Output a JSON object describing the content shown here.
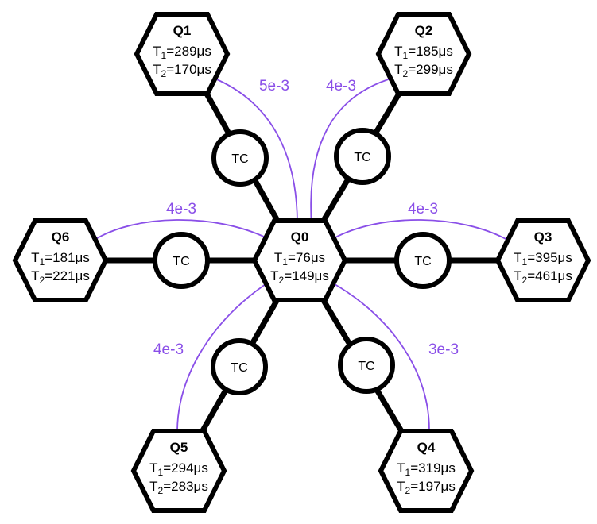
{
  "colors": {
    "coupling": "#8a4fe8",
    "outline": "#000000"
  },
  "center_qubit": {
    "name": "Q0",
    "t1": "76μs",
    "t2": "149μs"
  },
  "qubits": [
    {
      "name": "Q1",
      "t1": "289μs",
      "t2": "170μs"
    },
    {
      "name": "Q2",
      "t1": "185μs",
      "t2": "299μs"
    },
    {
      "name": "Q3",
      "t1": "395μs",
      "t2": "461μs"
    },
    {
      "name": "Q4",
      "t1": "319μs",
      "t2": "197μs"
    },
    {
      "name": "Q5",
      "t1": "294μs",
      "t2": "283μs"
    },
    {
      "name": "Q6",
      "t1": "181μs",
      "t2": "221μs"
    }
  ],
  "coupler_label": "TC",
  "t1_prefix": "T",
  "t1_sub": "1",
  "t2_sub": "2",
  "eq": "=",
  "couplings": [
    "5e-3",
    "4e-3",
    "4e-3",
    "3e-3",
    "4e-3",
    "4e-3"
  ]
}
